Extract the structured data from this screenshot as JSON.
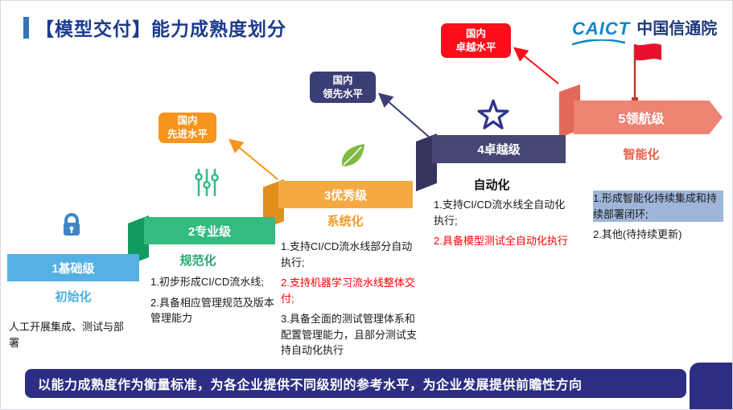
{
  "header": {
    "title": "【模型交付】能力成熟度划分",
    "logo_caict": "CAICT",
    "logo_cn": "中国信通院"
  },
  "badges": {
    "advanced": {
      "line1": "国内",
      "line2": "先进水平"
    },
    "leading": {
      "line1": "国内",
      "line2": "领先水平"
    },
    "excellent": {
      "line1": "国内",
      "line2": "卓越水平"
    }
  },
  "levels": [
    {
      "label": "1基础级",
      "stage": "初始化",
      "items": [
        {
          "text": "人工开展集成、测试与部署",
          "style": "normal"
        }
      ]
    },
    {
      "label": "2专业级",
      "stage": "规范化",
      "items": [
        {
          "text": "1.初步形成CI/CD流水线;",
          "style": "normal"
        },
        {
          "text": "2.具备相应管理规范及版本管理能力",
          "style": "normal"
        }
      ]
    },
    {
      "label": "3优秀级",
      "stage": "系统化",
      "items": [
        {
          "text": "1.支持CI/CD流水线部分自动执行;",
          "style": "normal"
        },
        {
          "text": "2.支持机器学习流水线整体交付;",
          "style": "red"
        },
        {
          "text": "3.具备全面的测试管理体系和配置管理能力，且部分测试支持自动化执行",
          "style": "normal"
        }
      ]
    },
    {
      "label": "4卓越级",
      "stage": "自动化",
      "items": [
        {
          "text": "1.支持CI/CD流水线全自动化执行;",
          "style": "normal"
        },
        {
          "text": "2.具备模型测试全自动化执行",
          "style": "red"
        }
      ]
    },
    {
      "label": "5领航级",
      "stage": "智能化",
      "items": [
        {
          "text": "1.形成智能化持续集成和持续部署闭环;",
          "style": "highlight"
        },
        {
          "text": "2.其他(待持续更新)",
          "style": "normal"
        }
      ]
    }
  ],
  "footer": {
    "banner": "以能力成熟度作为衡量标准，为各企业提供不同级别的参考水平，为企业发展提供前瞻性方向"
  },
  "icons": {
    "level1": "lock-icon",
    "level2": "sliders-icon",
    "level3": "leaf-icon",
    "level4": "star-icon",
    "level5": "flag-icon"
  },
  "colors": {
    "title": "#1C3B8E",
    "title_accent": "#2E75B6",
    "level1": "#55B1E4",
    "level2": "#33BB80",
    "level3": "#F6A943",
    "level4": "#474775",
    "level5": "#EE8373",
    "badge_advanced": "#F7941D",
    "badge_leading": "#3B3E75",
    "badge_excellent": "#FB0D1B",
    "banner": "#2D2E83",
    "highlight": "#9FB6DA",
    "red_text": "#FF0000"
  }
}
